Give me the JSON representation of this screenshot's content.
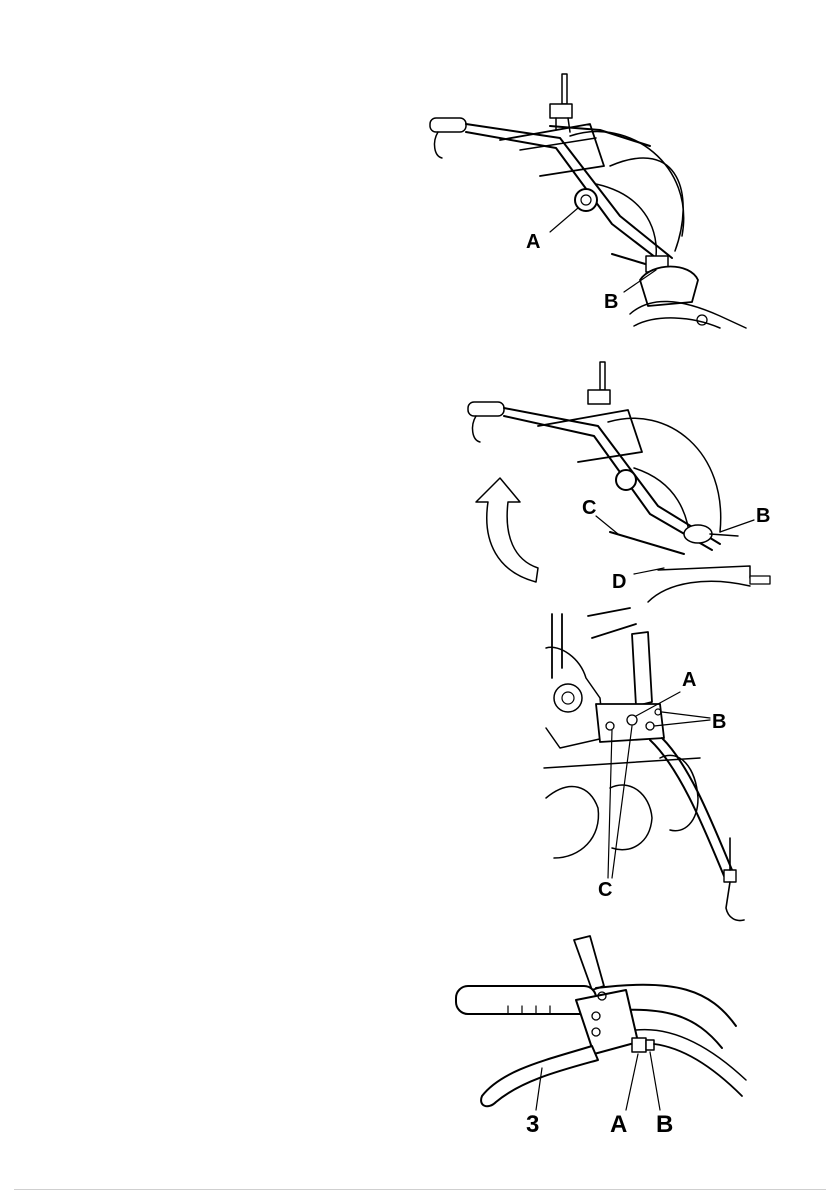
{
  "figures": [
    {
      "id": "handlebar-assembly",
      "labels": {
        "a": "A",
        "b": "B"
      }
    },
    {
      "id": "handlebar-raised",
      "labels": {
        "b": "B",
        "c": "C",
        "d": "D"
      }
    },
    {
      "id": "depth-bar-bracket",
      "labels": {
        "a": "A",
        "b": "B",
        "c": "C"
      }
    },
    {
      "id": "clutch-lever",
      "labels": {
        "lever": "3",
        "a": "A",
        "b": "B"
      }
    }
  ]
}
